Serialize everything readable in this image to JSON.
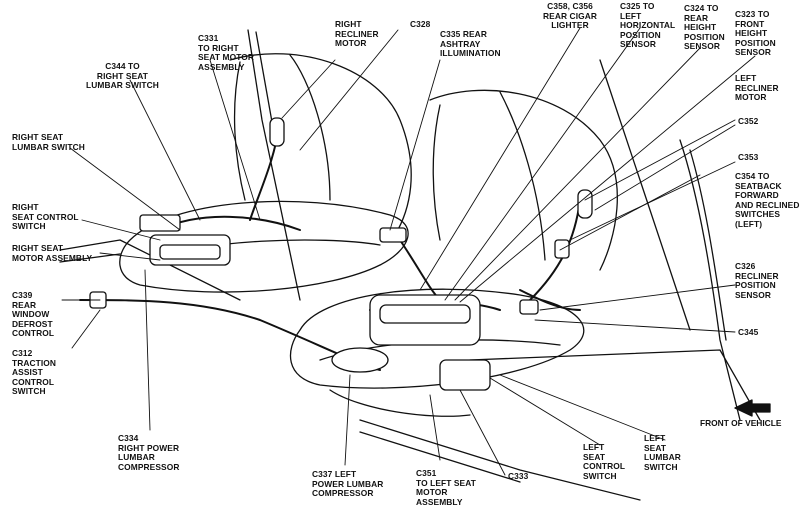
{
  "diagram": {
    "labels": {
      "c358": "C358, C356\nREAR CIGAR\nLIGHTER",
      "c325": "C325 TO\nLEFT\nHORIZONTAL\nPOSITION\nSENSOR",
      "c324": "C324 TO\nREAR\nHEIGHT\nPOSITION\nSENSOR",
      "c323": "C323 TO\nFRONT\nHEIGHT\nPOSITION\nSENSOR",
      "right_recliner": "RIGHT\nRECLINER\nMOTOR",
      "c328": "C328",
      "c335": "C335 REAR\nASHTRAY\nILLUMINATION",
      "c331": "C331\nTO RIGHT\nSEAT MOTOR\nASSEMBLY",
      "c344": "C344 TO\nRIGHT SEAT\nLUMBAR SWITCH",
      "left_recliner": "LEFT\nRECLINER\nMOTOR",
      "c352": "C352",
      "right_seat_lumbar": "RIGHT SEAT\nLUMBAR SWITCH",
      "c353": "C353",
      "c354": "C354 TO\nSEATBACK\nFORWARD\nAND RECLINED\nSWITCHES\n(LEFT)",
      "right_seat_control": "RIGHT\nSEAT CONTROL\nSWITCH",
      "right_seat_motor": "RIGHT SEAT\nMOTOR ASSEMBLY",
      "c326": "C326\nRECLINER\nPOSITION\nSENSOR",
      "c339": "C339\nREAR\nWINDOW\nDEFROST\nCONTROL",
      "c345": "C345",
      "c312": "C312\nTRACTION\nASSIST\nCONTROL\nSWITCH",
      "front_of_vehicle": "FRONT OF VEHICLE",
      "c334": "C334\nRIGHT POWER\nLUMBAR\nCOMPRESSOR",
      "left_seat_lumbar": "LEFT\nSEAT\nLUMBAR\nSWITCH",
      "left_seat_control": "LEFT\nSEAT\nCONTROL\nSWITCH",
      "c333": "C333",
      "c337": "C337 LEFT\nPOWER LUMBAR\nCOMPRESSOR",
      "c351": "C351\nTO LEFT SEAT\nMOTOR\nASSEMBLY"
    }
  }
}
